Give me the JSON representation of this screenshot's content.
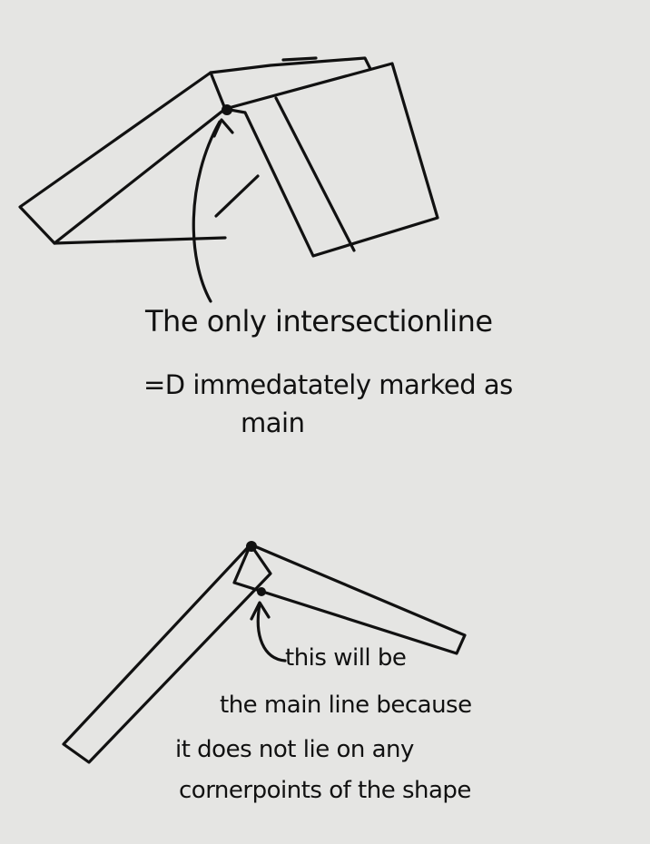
{
  "annotation_top": {
    "line1": "The only intersectionline",
    "line2": "=D immedatately marked as",
    "line3": "main"
  },
  "annotation_bottom": {
    "line1": "this will be",
    "line2": "the main line because",
    "line3": "it does not lie on any",
    "line4": "cornerpoints of the shape"
  }
}
